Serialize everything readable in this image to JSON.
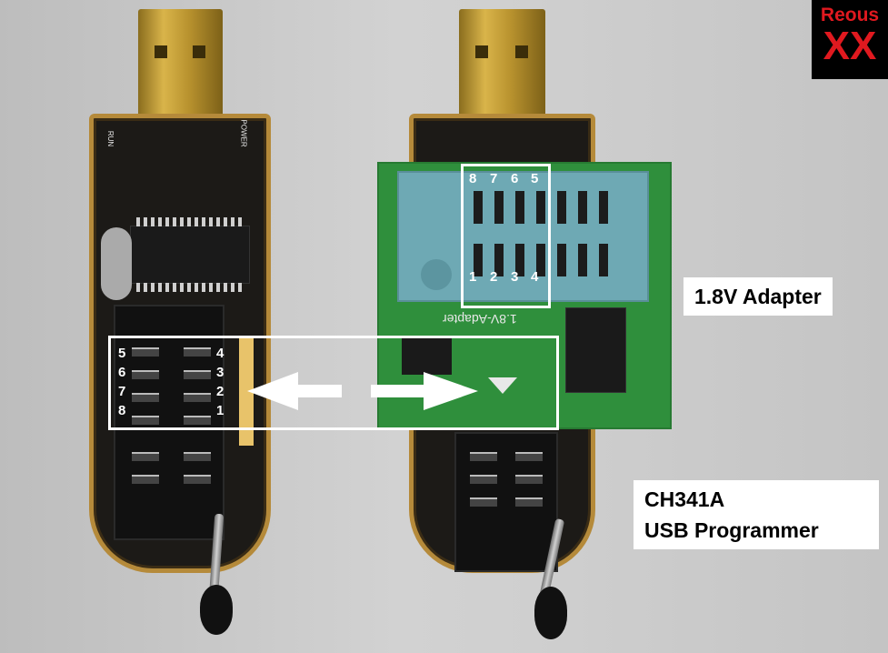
{
  "logo": {
    "line1": "Reous",
    "line2": "XX",
    "color": "#e0191f"
  },
  "labels": {
    "adapter": "1.8V Adapter",
    "programmer_line1": "CH341A",
    "programmer_line2": "USB Programmer"
  },
  "silkscreen": {
    "adapter_name": "1.8V-Adapter",
    "power": "POWER",
    "run": "RUN"
  },
  "left_socket_pins": {
    "left": [
      "5",
      "6",
      "7",
      "8"
    ],
    "right": [
      "4",
      "3",
      "2",
      "1"
    ]
  },
  "adapter_top_pins": [
    "8",
    "7",
    "6",
    "5"
  ],
  "adapter_bottom_pins": [
    "1",
    "2",
    "3",
    "4"
  ],
  "colors": {
    "pcb_green": "#2f8f3c",
    "zif_blue": "#6ea9b4",
    "pcb_black": "#1c1a17",
    "annotation": "#ffffff"
  }
}
